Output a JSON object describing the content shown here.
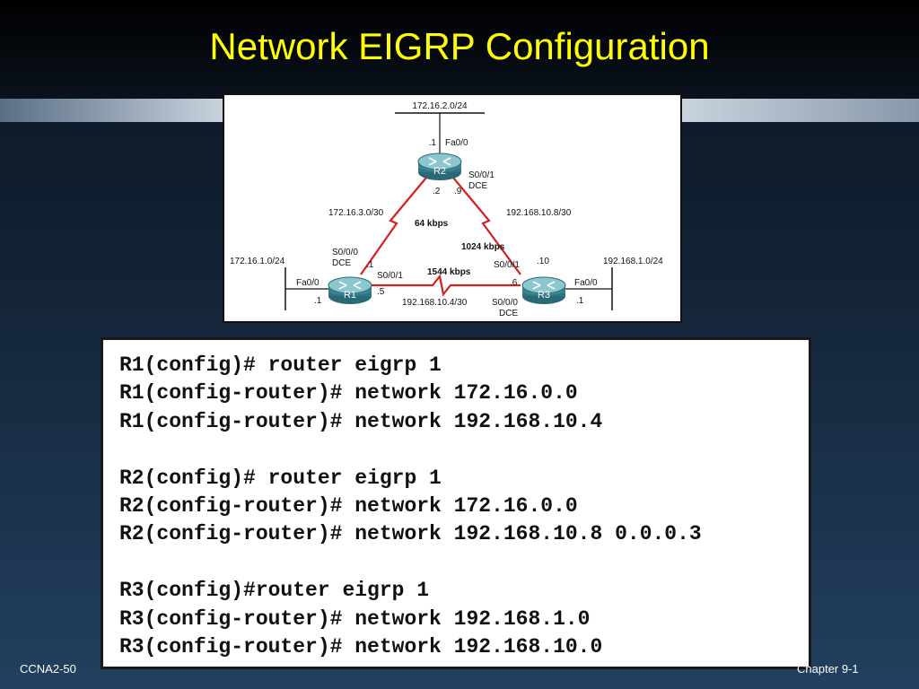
{
  "slide": {
    "title": "Network EIGRP Configuration",
    "footer_left": "CCNA2-50",
    "footer_right": "Chapter  9-1"
  },
  "topology": {
    "routers": [
      {
        "name": "R2",
        "icon": "router-icon"
      },
      {
        "name": "R1",
        "icon": "router-icon"
      },
      {
        "name": "R3",
        "icon": "router-icon"
      }
    ],
    "labels": {
      "r2_lan": "172.16.2.0/24",
      "r2_lan_ip": ".1",
      "r2_fa": "Fa0/0",
      "r2_s001": "S0/0/1",
      "r2_dce": "DCE",
      "r2_ip2": ".2",
      "r2_ip9": ".9",
      "link_r1r2_net": "172.16.3.0/30",
      "link_r1r2_bw": "64 kbps",
      "link_r2r3_net": "192.168.10.8/30",
      "link_r2r3_bw": "1024 kbps",
      "r1_lan": "172.16.1.0/24",
      "r1_s000": "S0/0/0",
      "r1_dce": "DCE",
      "r1_ip1": ".1",
      "r1_s001": "S0/0/1",
      "r1_fa": "Fa0/0",
      "r1_lan_ip": ".1",
      "r1_ip5": ".5",
      "link_r1r3_bw": "1544 kbps",
      "link_r1r3_net": "192.168.10.4/30",
      "r3_s001": "S0/0/1",
      "r3_ip10": ".10",
      "r3_ip6": ".6",
      "r3_s000": "S0/0/0",
      "r3_dce": "DCE",
      "r3_lan": "192.168.1.0/24",
      "r3_fa": "Fa0/0",
      "r3_lan_ip": ".1"
    },
    "colors": {
      "serial_link": "#d42020",
      "router_body": "#3b8a98"
    }
  },
  "config_lines": [
    "R1(config)# router eigrp 1",
    "R1(config-router)# network 172.16.0.0",
    "R1(config-router)# network 192.168.10.4",
    "",
    "R2(config)# router eigrp 1",
    "R2(config-router)# network 172.16.0.0",
    "R2(config-router)# network 192.168.10.8 0.0.0.3",
    "",
    "R3(config)#router eigrp 1",
    "R3(config-router)# network 192.168.1.0",
    "R3(config-router)# network 192.168.10.0"
  ]
}
